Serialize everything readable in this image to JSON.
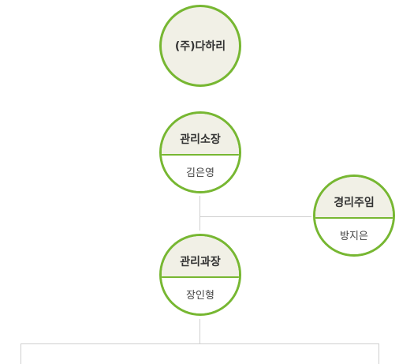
{
  "org_chart": {
    "company": "(주)다하리",
    "manager": {
      "title": "관리소장",
      "name": "김은영"
    },
    "staff": {
      "title": "경리주임",
      "name": "방지은"
    },
    "section_head": {
      "title": "관리과장",
      "name": "장인형"
    }
  },
  "colors": {
    "accent_green": "#77b732",
    "node_fill": "#f1f0e6",
    "connector": "#cfcfcf"
  }
}
